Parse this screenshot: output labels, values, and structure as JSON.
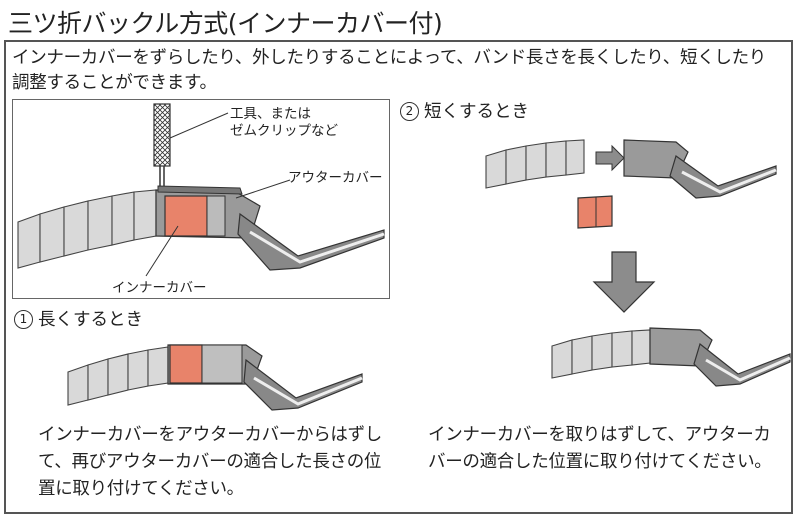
{
  "title": "三ツ折バックル方式(インナーカバー付)",
  "intro": "インナーカバーをずらしたり、外したりすることによって、バンド長さを長くしたり、短くしたり調整することができます。",
  "labels": {
    "tool_line1": "工具、または",
    "tool_line2": "ゼムクリップなど",
    "outer_cover": "アウターカバー",
    "inner_cover": "インナーカバー"
  },
  "steps": [
    {
      "number": "1",
      "heading": "長くするとき",
      "description": "インナーカバーをアウターカバーからはずして、再びアウターカバーの適合した長さの位置に取り付けてください。"
    },
    {
      "number": "2",
      "heading": "短くするとき",
      "description": "インナーカバーを取りはずして、アウターカバーの適合した位置に取り付けてください。"
    }
  ],
  "colors": {
    "inner_cover": "#e8836a",
    "band": "#d6d6d6",
    "outline": "#3a3a3a",
    "arrow": "#8c8c8c"
  }
}
